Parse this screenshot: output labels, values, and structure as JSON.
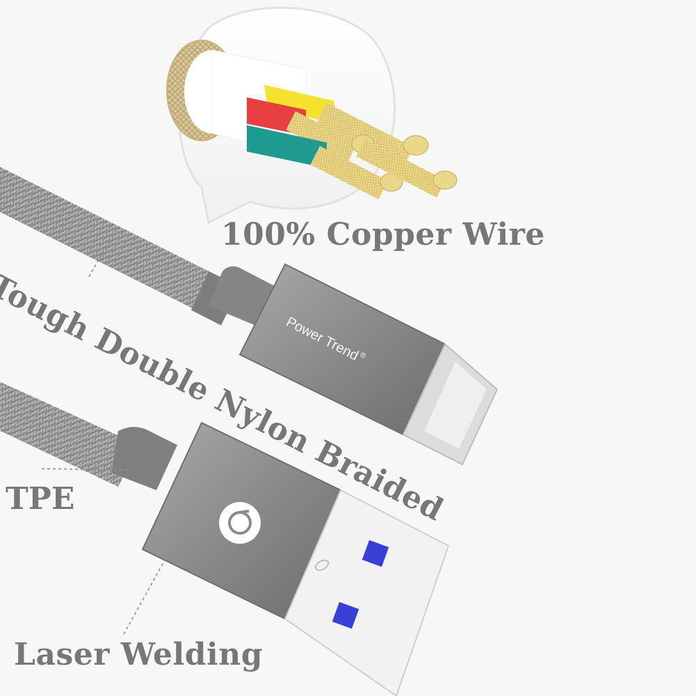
{
  "labels": {
    "copper": "100% Copper Wire",
    "nylon": "Tough Double Nylon Braided",
    "tpe": "TPE",
    "laser": "Laser Welding"
  },
  "brand": {
    "name": "Power Trend",
    "mark": "®"
  },
  "colors": {
    "background": "#f7f7f7",
    "label_text": "#777777",
    "cable_braid": "#8c8c8c",
    "connector_shell": "#8a8a8a",
    "copper_strands": "#e8d88a",
    "wire_red": "#e84040",
    "wire_yellow": "#f5e22e",
    "wire_teal": "#1f9a90",
    "usb_contact": "#3a3fd6"
  }
}
